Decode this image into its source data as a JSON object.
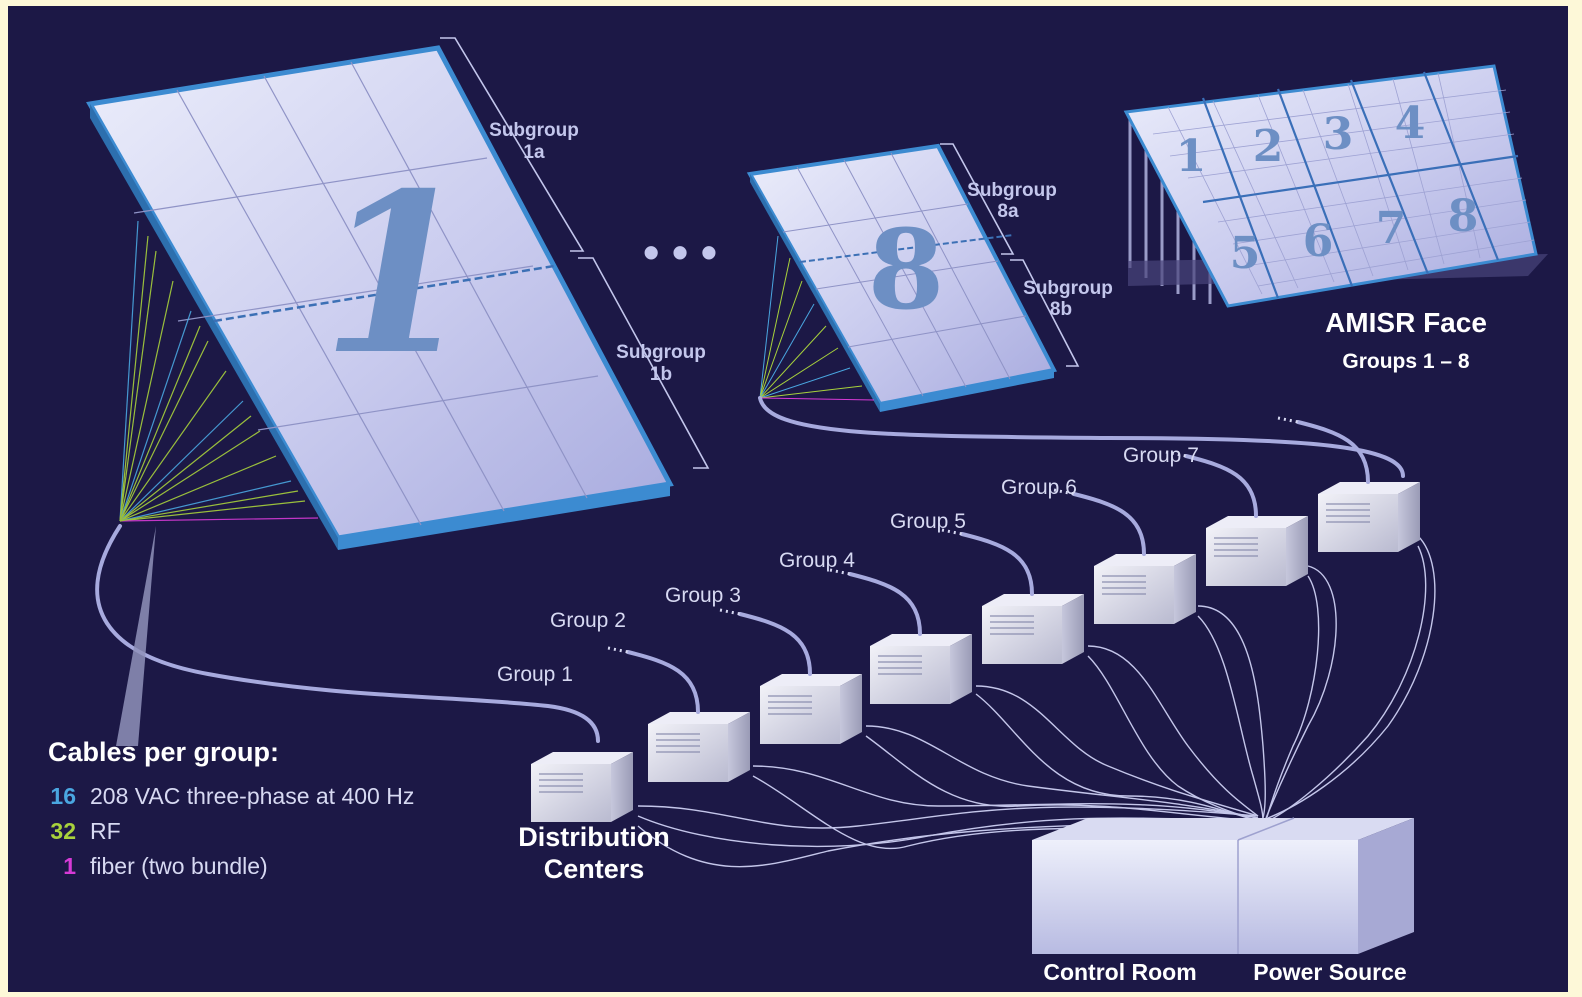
{
  "panels": {
    "group1": {
      "number": "1",
      "subgroup_a": [
        "Subgroup",
        "1a"
      ],
      "subgroup_b": [
        "Subgroup",
        "1b"
      ]
    },
    "group8": {
      "number": "8",
      "subgroup_a": [
        "Subgroup",
        "8a"
      ],
      "subgroup_b": [
        "Subgroup",
        "8b"
      ]
    },
    "ellipsis": "• • •"
  },
  "face": {
    "title": "AMISR Face",
    "subtitle": "Groups 1 – 8",
    "numbers": [
      "1",
      "2",
      "3",
      "4",
      "5",
      "6",
      "7",
      "8"
    ]
  },
  "groups": [
    "Group 1",
    "Group 2",
    "Group 3",
    "Group 4",
    "Group 5",
    "Group 6",
    "Group 7"
  ],
  "distribution": {
    "line1": "Distribution",
    "line2": "Centers"
  },
  "control_room": "Control Room",
  "power_source": "Power Source",
  "cables": {
    "heading": "Cables per group:",
    "items": [
      {
        "count": "16",
        "label": "208 VAC three-phase at 400 Hz",
        "color": "#4aa6e0"
      },
      {
        "count": "32",
        "label": "RF",
        "color": "#a8d23c"
      },
      {
        "count": "1",
        "label": "fiber (two bundle)",
        "color": "#d63ad6"
      }
    ]
  },
  "colors": {
    "background": "#1c1846",
    "panel": "#c9cbee",
    "panel_edge": "#3c8bd1",
    "numeral": "#6d8fc4"
  }
}
